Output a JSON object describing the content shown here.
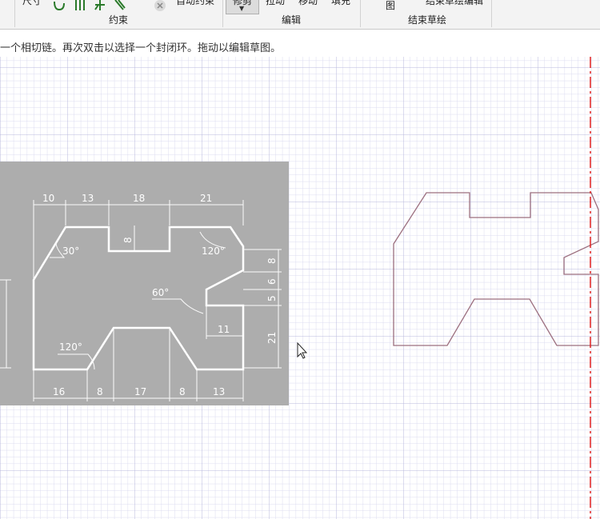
{
  "ribbon": {
    "dimension_label": "尺寸",
    "auto_constraint_label": "自动约束",
    "dropdown_label": "修剪",
    "pull_label": "拉动",
    "move_label": "移动",
    "fill_label": "填充",
    "image_label": "图",
    "end_edit_label": "结束草绘编辑",
    "groups": {
      "constraint": "约束",
      "edit": "编辑",
      "end_sketch": "结束草绘"
    }
  },
  "hint": "一个相切链。再次双击以选择一个封闭环。拖动以编辑草图。",
  "reference_image": {
    "dims_top": [
      "10",
      "13",
      "18",
      "21"
    ],
    "dims_bottom": [
      "16",
      "8",
      "17",
      "8",
      "13"
    ],
    "dims_right": [
      "8",
      "6",
      "5",
      "21"
    ],
    "dim_slot_depth": "8",
    "dim_notch_width": "11",
    "angles": [
      "30°",
      "120°",
      "60°",
      "120°"
    ]
  },
  "colors": {
    "grid_minor": "#dcdcf0",
    "grid_major": "#b8b8dc",
    "image_bg": "#adadad",
    "profile": "#9c6f7f",
    "axis": "#e02020"
  }
}
